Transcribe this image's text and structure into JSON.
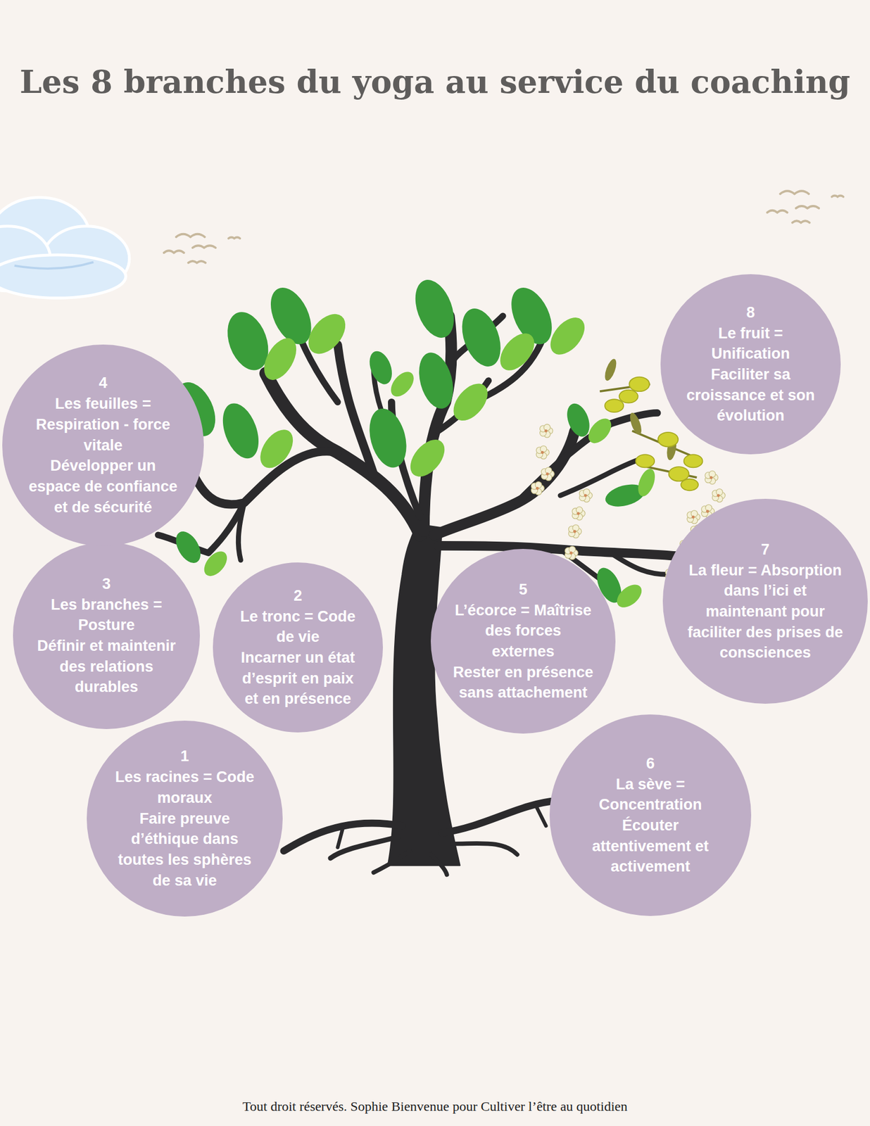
{
  "diagram": {
    "title": "Les 8 branches du yoga au service du coaching",
    "caption": "Tout droit réservés. Sophie Bienvenue pour Cultiver l’être au quotidien",
    "nodes": [
      {
        "text": [
          "1",
          "Les racines = Code moraux",
          "Faire preuve d’éthique dans toutes les sphères de sa vie"
        ]
      },
      {
        "text": [
          "2",
          "Le tronc = Code de vie",
          "Incarner un état d’esprit en paix et en présence"
        ]
      },
      {
        "text": [
          "3",
          "Les branches = Posture",
          "Définir et maintenir des relations durables"
        ]
      },
      {
        "text": [
          "4",
          "Les feuilles = Respiration - force vitale",
          "Développer un espace de confiance et de sécurité"
        ]
      },
      {
        "text": [
          "5",
          "L’écorce = Maîtrise des forces externes",
          "Rester en présence sans attachement"
        ]
      },
      {
        "text": [
          "6",
          "La sève = Concentration",
          "Écouter attentivement et activement"
        ]
      },
      {
        "text": [
          "7",
          "La fleur = Absorption dans l’ici et maintenant pour faciliter des prises de consciences"
        ]
      },
      {
        "text": [
          "8",
          "Le fruit = Unification",
          "Faciliter sa croissance et son évolution"
        ]
      }
    ]
  }
}
